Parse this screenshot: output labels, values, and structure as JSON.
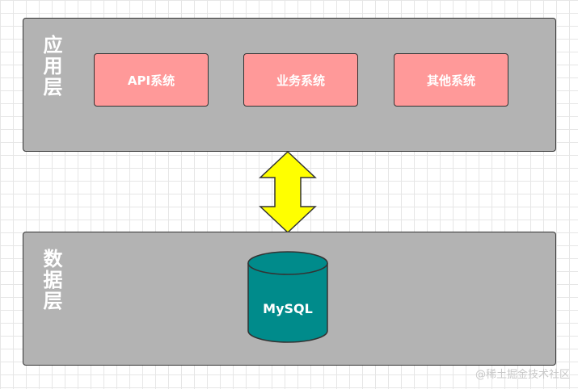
{
  "app_layer": {
    "label": "应用层",
    "systems": [
      "API系统",
      "业务系统",
      "其他系统"
    ]
  },
  "data_layer": {
    "label": "数据层",
    "database": "MySQL"
  },
  "watermark": "@稀土掘金技术社区",
  "colors": {
    "layer_fill": "#b3b3b3",
    "system_fill": "#ff9999",
    "database_fill": "#008b8b",
    "arrow_fill": "#ffff00"
  }
}
